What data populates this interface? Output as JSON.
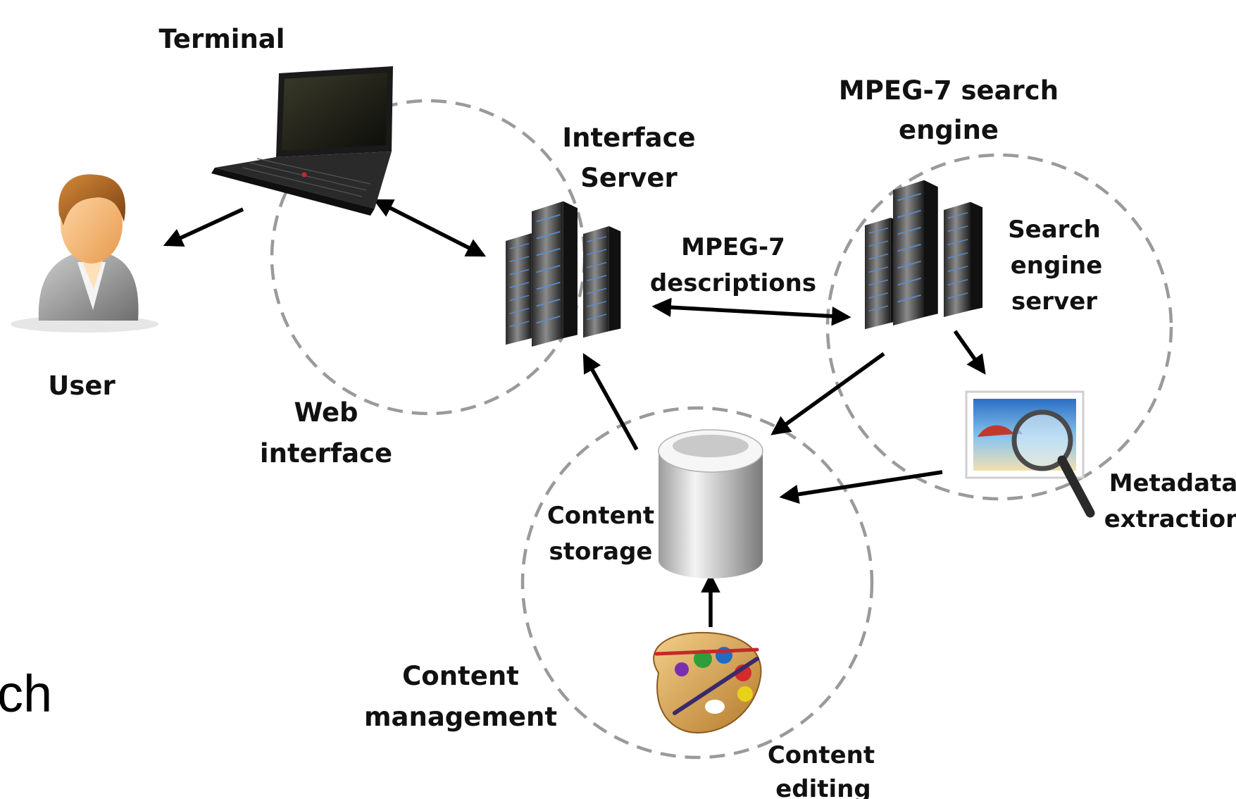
{
  "labels": {
    "terminal": "Terminal",
    "user": "User",
    "interface_server_1": "Interface",
    "interface_server_2": "Server",
    "web_interface_1": "Web",
    "web_interface_2": "interface",
    "mpeg7_desc_1": "MPEG-7",
    "mpeg7_desc_2": "descriptions",
    "search_engine_title_1": "MPEG-7 search",
    "search_engine_title_2": "engine",
    "search_server_1": "Search",
    "search_server_2": "engine",
    "search_server_3": "server",
    "metadata_1": "Metadata",
    "metadata_2": "extraction",
    "content_storage_1": "Content",
    "content_storage_2": "storage",
    "content_mgmt_1": "Content",
    "content_mgmt_2": "management",
    "content_editing_1": "Content",
    "content_editing_2": "editing",
    "partial_text": "ch"
  },
  "icons": {
    "user": "user-icon",
    "laptop": "laptop-icon",
    "interface_server": "server-rack-icon",
    "search_server": "server-rack-icon",
    "database": "database-icon",
    "image_search": "image-magnifier-icon",
    "palette": "paint-palette-icon"
  },
  "colors": {
    "text": "#111111",
    "dashed_circle": "#9a9a9a",
    "arrow": "#000000"
  }
}
